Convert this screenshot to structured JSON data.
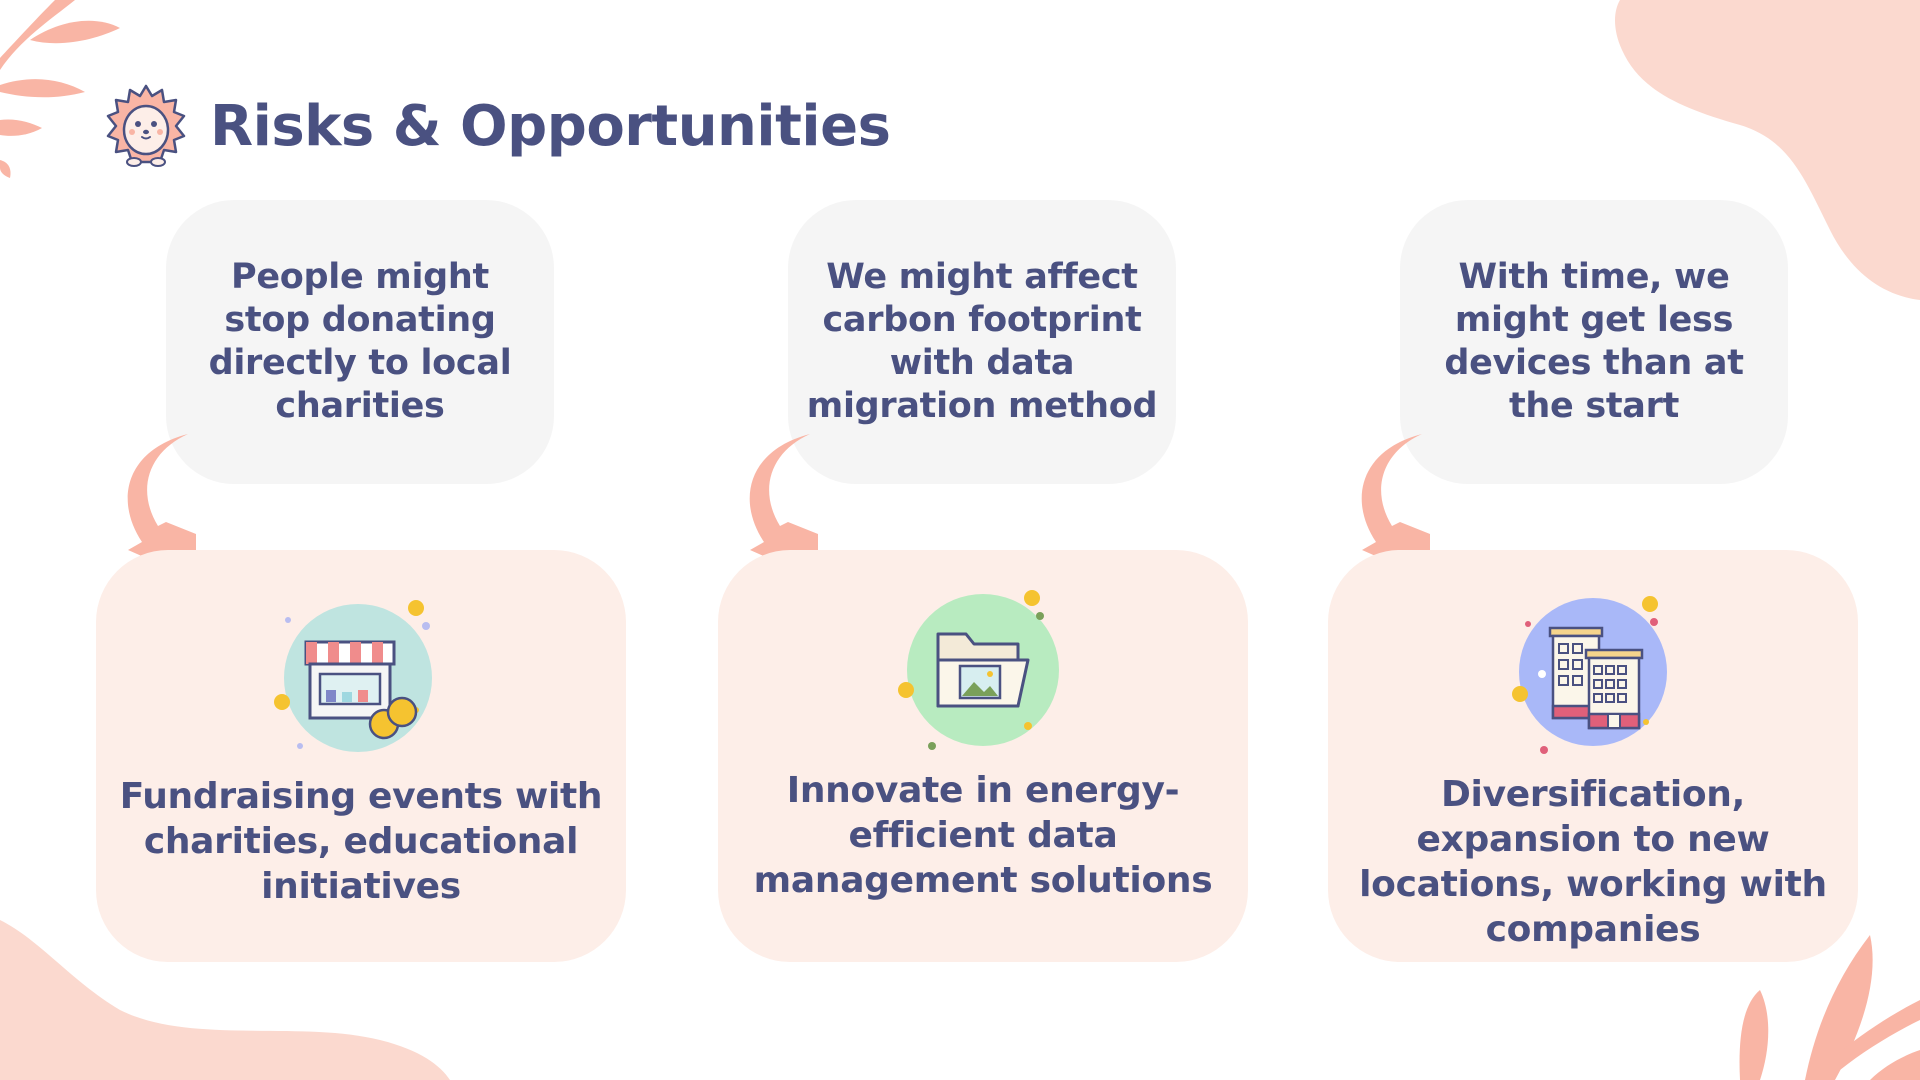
{
  "title": "Risks & Opportunities",
  "colors": {
    "title": "#4a5181",
    "risk_card_bg": "#f5f5f5",
    "opportunity_card_bg": "#fdeee8",
    "accent_salmon": "#f9b5a5",
    "decor_blob": "#fbd9cf"
  },
  "icons": {
    "mascot": "hedgehog-icon",
    "arrows": "curved-arrow-icon",
    "opportunities": [
      "market-stall-coins-icon",
      "image-folder-icon",
      "office-buildings-icon"
    ]
  },
  "columns": [
    {
      "risk": "People might stop donating directly to local charities",
      "opportunity": "Fundraising events with charities, educational initiatives"
    },
    {
      "risk": "We might affect carbon footprint with data migration method",
      "opportunity": "Innovate in energy-efficient data management solutions"
    },
    {
      "risk": "With time, we might get less devices than at the start",
      "opportunity": "Diversification, expansion to new locations, working with companies"
    }
  ]
}
